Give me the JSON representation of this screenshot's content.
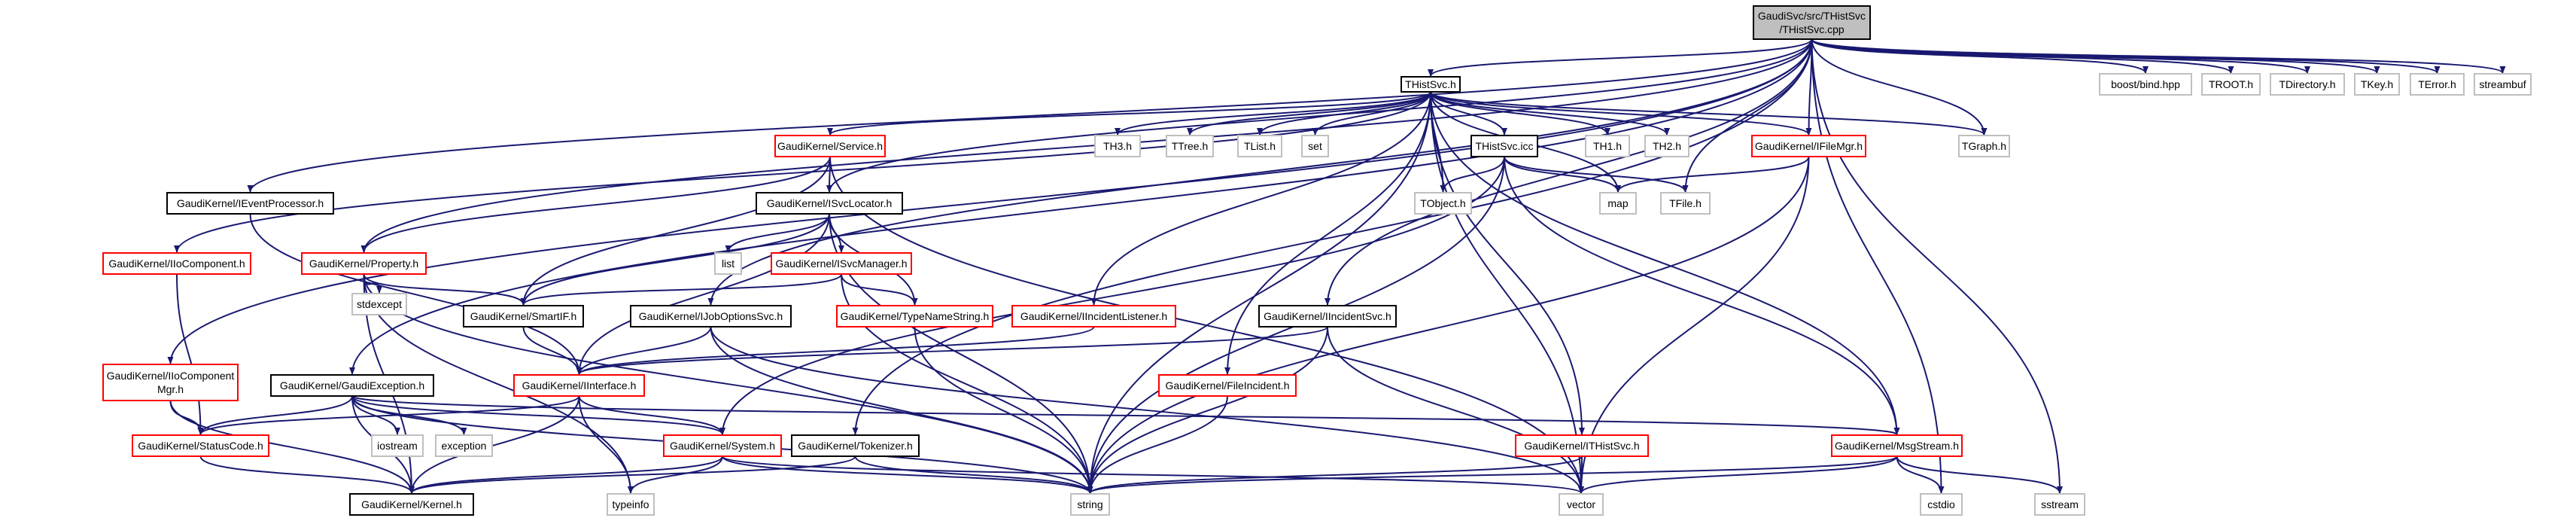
{
  "colors": {
    "root_fill": "#bfbfbf",
    "black_border": "#000000",
    "red_border": "#ff0000",
    "gray_border": "#bfbfbf",
    "edge": "#191970"
  },
  "nodes": [
    {
      "id": "root",
      "lines": [
        "GaudiSvc/src/THistSvc",
        "/THistSvc.cpp"
      ],
      "style": "root"
    },
    {
      "id": "thistsvc_h",
      "lines": [
        "THistSvc.h"
      ],
      "style": "black"
    },
    {
      "id": "boost_bind",
      "lines": [
        "boost/bind.hpp"
      ],
      "style": "gray"
    },
    {
      "id": "troot",
      "lines": [
        "TROOT.h"
      ],
      "style": "gray"
    },
    {
      "id": "tdirectory",
      "lines": [
        "TDirectory.h"
      ],
      "style": "gray"
    },
    {
      "id": "tkey",
      "lines": [
        "TKey.h"
      ],
      "style": "gray"
    },
    {
      "id": "terror",
      "lines": [
        "TError.h"
      ],
      "style": "gray"
    },
    {
      "id": "streambuf",
      "lines": [
        "streambuf"
      ],
      "style": "gray"
    },
    {
      "id": "tgraph",
      "lines": [
        "TGraph.h"
      ],
      "style": "gray"
    },
    {
      "id": "th3",
      "lines": [
        "TH3.h"
      ],
      "style": "gray"
    },
    {
      "id": "ttree",
      "lines": [
        "TTree.h"
      ],
      "style": "gray"
    },
    {
      "id": "tlist",
      "lines": [
        "TList.h"
      ],
      "style": "gray"
    },
    {
      "id": "set",
      "lines": [
        "set"
      ],
      "style": "gray"
    },
    {
      "id": "thistsvc_icc",
      "lines": [
        "THistSvc.icc"
      ],
      "style": "black"
    },
    {
      "id": "th1",
      "lines": [
        "TH1.h"
      ],
      "style": "gray"
    },
    {
      "id": "th2",
      "lines": [
        "TH2.h"
      ],
      "style": "gray"
    },
    {
      "id": "ifilemgr",
      "lines": [
        "GaudiKernel/IFileMgr.h"
      ],
      "style": "red"
    },
    {
      "id": "service",
      "lines": [
        "GaudiKernel/Service.h"
      ],
      "style": "red"
    },
    {
      "id": "ieventprocessor",
      "lines": [
        "GaudiKernel/IEventProcessor.h"
      ],
      "style": "black"
    },
    {
      "id": "isvclocator",
      "lines": [
        "GaudiKernel/ISvcLocator.h"
      ],
      "style": "black"
    },
    {
      "id": "tobject",
      "lines": [
        "TObject.h"
      ],
      "style": "gray"
    },
    {
      "id": "map",
      "lines": [
        "map"
      ],
      "style": "gray"
    },
    {
      "id": "tfile",
      "lines": [
        "TFile.h"
      ],
      "style": "gray"
    },
    {
      "id": "iocomponent",
      "lines": [
        "GaudiKernel/IIoComponent.h"
      ],
      "style": "red"
    },
    {
      "id": "property",
      "lines": [
        "GaudiKernel/Property.h"
      ],
      "style": "red"
    },
    {
      "id": "list",
      "lines": [
        "list"
      ],
      "style": "gray"
    },
    {
      "id": "isvcmanager",
      "lines": [
        "GaudiKernel/ISvcManager.h"
      ],
      "style": "red"
    },
    {
      "id": "stdexcept",
      "lines": [
        "stdexcept"
      ],
      "style": "gray"
    },
    {
      "id": "smartif",
      "lines": [
        "GaudiKernel/SmartIF.h"
      ],
      "style": "black"
    },
    {
      "id": "typenamestring",
      "lines": [
        "GaudiKernel/TypeNameString.h"
      ],
      "style": "red"
    },
    {
      "id": "ijoboptionssvc",
      "lines": [
        "GaudiKernel/IJobOptionsSvc.h"
      ],
      "style": "black"
    },
    {
      "id": "iincidentlistener",
      "lines": [
        "GaudiKernel/IIncidentListener.h"
      ],
      "style": "red"
    },
    {
      "id": "iincidentsvc",
      "lines": [
        "GaudiKernel/IIncidentSvc.h"
      ],
      "style": "black"
    },
    {
      "id": "iiocomponentmgr",
      "lines": [
        "GaudiKernel/IIoComponent",
        "Mgr.h"
      ],
      "style": "red"
    },
    {
      "id": "gaudiexception",
      "lines": [
        "GaudiKernel/GaudiException.h"
      ],
      "style": "black"
    },
    {
      "id": "iinterface",
      "lines": [
        "GaudiKernel/IInterface.h"
      ],
      "style": "red"
    },
    {
      "id": "fileincident",
      "lines": [
        "GaudiKernel/FileIncident.h"
      ],
      "style": "red"
    },
    {
      "id": "ithistsvc",
      "lines": [
        "GaudiKernel/ITHistSvc.h"
      ],
      "style": "red"
    },
    {
      "id": "msgstream",
      "lines": [
        "GaudiKernel/MsgStream.h"
      ],
      "style": "red"
    },
    {
      "id": "iostream",
      "lines": [
        "iostream"
      ],
      "style": "gray"
    },
    {
      "id": "exception",
      "lines": [
        "exception"
      ],
      "style": "gray"
    },
    {
      "id": "statuscode",
      "lines": [
        "GaudiKernel/StatusCode.h"
      ],
      "style": "red"
    },
    {
      "id": "system",
      "lines": [
        "GaudiKernel/System.h"
      ],
      "style": "red"
    },
    {
      "id": "tokenizer",
      "lines": [
        "GaudiKernel/Tokenizer.h"
      ],
      "style": "black"
    },
    {
      "id": "kernel",
      "lines": [
        "GaudiKernel/Kernel.h"
      ],
      "style": "black"
    },
    {
      "id": "typeinfo",
      "lines": [
        "typeinfo"
      ],
      "style": "gray"
    },
    {
      "id": "string",
      "lines": [
        "string"
      ],
      "style": "gray"
    },
    {
      "id": "vector",
      "lines": [
        "vector"
      ],
      "style": "gray"
    },
    {
      "id": "cstdio",
      "lines": [
        "cstdio"
      ],
      "style": "gray"
    },
    {
      "id": "sstream",
      "lines": [
        "sstream"
      ],
      "style": "gray"
    }
  ],
  "edges": [
    [
      "root",
      "thistsvc_h"
    ],
    [
      "root",
      "boost_bind"
    ],
    [
      "root",
      "troot"
    ],
    [
      "root",
      "tdirectory"
    ],
    [
      "root",
      "tkey"
    ],
    [
      "root",
      "terror"
    ],
    [
      "root",
      "streambuf"
    ],
    [
      "root",
      "tgraph"
    ],
    [
      "root",
      "ifilemgr"
    ],
    [
      "root",
      "tfile"
    ],
    [
      "root",
      "isvclocator"
    ],
    [
      "root",
      "ieventprocessor"
    ],
    [
      "root",
      "property"
    ],
    [
      "root",
      "iiocomponentmgr"
    ],
    [
      "root",
      "gaudiexception"
    ],
    [
      "root",
      "ijoboptionssvc"
    ],
    [
      "root",
      "iincidentsvc"
    ],
    [
      "root",
      "cstdio"
    ],
    [
      "root",
      "sstream"
    ],
    [
      "root",
      "tokenizer"
    ],
    [
      "thistsvc_h",
      "service"
    ],
    [
      "thistsvc_h",
      "th3"
    ],
    [
      "thistsvc_h",
      "ttree"
    ],
    [
      "thistsvc_h",
      "tlist"
    ],
    [
      "thistsvc_h",
      "set"
    ],
    [
      "thistsvc_h",
      "thistsvc_icc"
    ],
    [
      "thistsvc_h",
      "th1"
    ],
    [
      "thistsvc_h",
      "th2"
    ],
    [
      "thistsvc_h",
      "ifilemgr"
    ],
    [
      "thistsvc_h",
      "tgraph"
    ],
    [
      "thistsvc_h",
      "tobject"
    ],
    [
      "thistsvc_h",
      "map"
    ],
    [
      "thistsvc_h",
      "iocomponent"
    ],
    [
      "thistsvc_h",
      "iincidentlistener"
    ],
    [
      "thistsvc_h",
      "fileincident"
    ],
    [
      "thistsvc_h",
      "ithistsvc"
    ],
    [
      "thistsvc_h",
      "msgstream"
    ],
    [
      "thistsvc_h",
      "string"
    ],
    [
      "thistsvc_h",
      "vector"
    ],
    [
      "thistsvc_icc",
      "tobject"
    ],
    [
      "thistsvc_icc",
      "map"
    ],
    [
      "thistsvc_icc",
      "tfile"
    ],
    [
      "thistsvc_icc",
      "msgstream"
    ],
    [
      "thistsvc_icc",
      "system"
    ],
    [
      "thistsvc_icc",
      "string"
    ],
    [
      "ifilemgr",
      "map"
    ],
    [
      "ifilemgr",
      "string"
    ],
    [
      "ifilemgr",
      "vector"
    ],
    [
      "service",
      "isvclocator"
    ],
    [
      "service",
      "property"
    ],
    [
      "service",
      "smartif"
    ],
    [
      "service",
      "vector"
    ],
    [
      "isvclocator",
      "list"
    ],
    [
      "isvclocator",
      "isvcmanager"
    ],
    [
      "isvclocator",
      "smartif"
    ],
    [
      "isvclocator",
      "iinterface"
    ],
    [
      "isvclocator",
      "typenamestring"
    ],
    [
      "isvclocator",
      "string"
    ],
    [
      "ieventprocessor",
      "iinterface"
    ],
    [
      "isvcmanager",
      "smartif"
    ],
    [
      "isvcmanager",
      "typenamestring"
    ],
    [
      "isvcmanager",
      "string"
    ],
    [
      "property",
      "stdexcept"
    ],
    [
      "property",
      "smartif"
    ],
    [
      "property",
      "kernel"
    ],
    [
      "property",
      "typeinfo"
    ],
    [
      "property",
      "string"
    ],
    [
      "smartif",
      "iinterface"
    ],
    [
      "typenamestring",
      "string"
    ],
    [
      "ijoboptionssvc",
      "iinterface"
    ],
    [
      "ijoboptionssvc",
      "string"
    ],
    [
      "ijoboptionssvc",
      "vector"
    ],
    [
      "iincidentlistener",
      "iinterface"
    ],
    [
      "iincidentsvc",
      "iinterface"
    ],
    [
      "iincidentsvc",
      "string"
    ],
    [
      "iincidentsvc",
      "vector"
    ],
    [
      "iocomponent",
      "statuscode"
    ],
    [
      "iiocomponentmgr",
      "statuscode"
    ],
    [
      "iiocomponentmgr",
      "kernel"
    ],
    [
      "gaudiexception",
      "statuscode"
    ],
    [
      "gaudiexception",
      "iostream"
    ],
    [
      "gaudiexception",
      "exception"
    ],
    [
      "gaudiexception",
      "kernel"
    ],
    [
      "gaudiexception",
      "system"
    ],
    [
      "gaudiexception",
      "msgstream"
    ],
    [
      "gaudiexception",
      "string"
    ],
    [
      "iinterface",
      "statuscode"
    ],
    [
      "iinterface",
      "system"
    ],
    [
      "iinterface",
      "kernel"
    ],
    [
      "iinterface",
      "typeinfo"
    ],
    [
      "fileincident",
      "string"
    ],
    [
      "ithistsvc",
      "string"
    ],
    [
      "ithistsvc",
      "vector"
    ],
    [
      "msgstream",
      "cstdio"
    ],
    [
      "msgstream",
      "sstream"
    ],
    [
      "msgstream",
      "string"
    ],
    [
      "msgstream",
      "vector"
    ],
    [
      "statuscode",
      "kernel"
    ],
    [
      "system",
      "kernel"
    ],
    [
      "system",
      "typeinfo"
    ],
    [
      "system",
      "string"
    ],
    [
      "system",
      "vector"
    ],
    [
      "tokenizer",
      "kernel"
    ],
    [
      "tokenizer",
      "string"
    ]
  ]
}
